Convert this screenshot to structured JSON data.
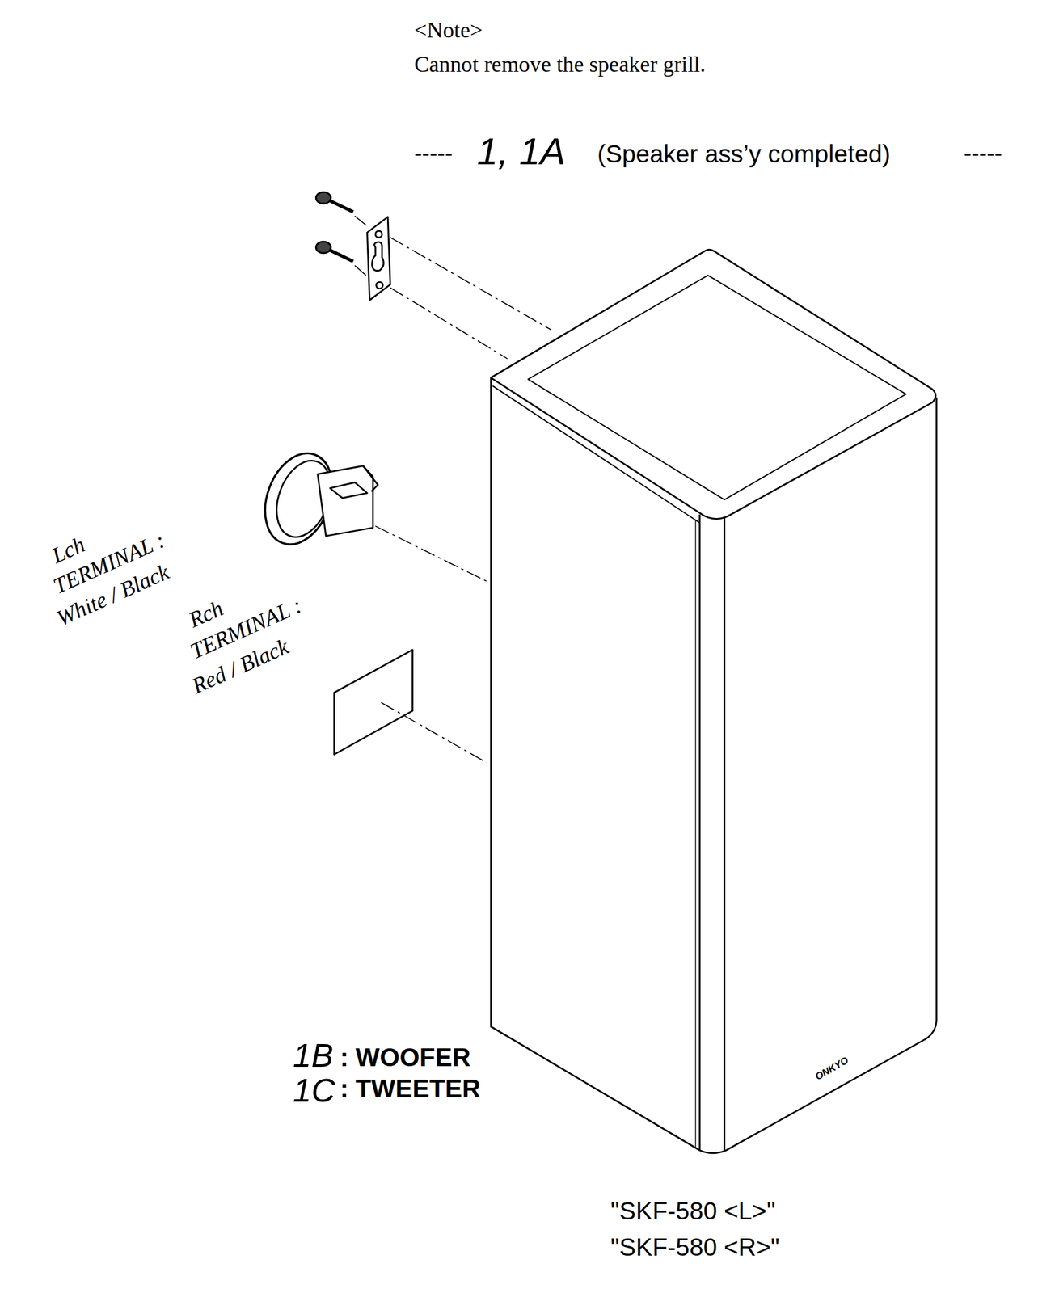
{
  "diagram": {
    "labels": [
      "<Note>",
      "Cannot remove the speaker grill.",
      "-----",
      "1, 1A",
      "(Speaker ass’y completed)",
      "-----",
      "Lch",
      "TERMINAL :",
      "White / Black",
      "Rch",
      "TERMINAL :",
      "Red / Black",
      "1B",
      ": WOOFER",
      "1C",
      ": TWEETER",
      "ONKYO",
      "\"SKF-580 <L>\"",
      "\"SKF-580 <R>\""
    ]
  }
}
